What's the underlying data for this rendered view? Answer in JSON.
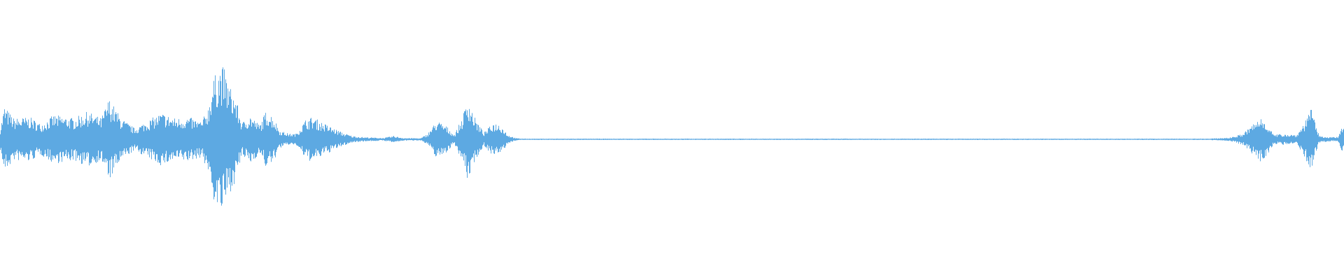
{
  "waveform": {
    "color": "#5da9e2",
    "background": "#ffffff",
    "envelope": [
      [
        0.0,
        0.1
      ],
      [
        0.003,
        0.3
      ],
      [
        0.01,
        0.19
      ],
      [
        0.022,
        0.2
      ],
      [
        0.03,
        0.14
      ],
      [
        0.04,
        0.22
      ],
      [
        0.055,
        0.19
      ],
      [
        0.065,
        0.25
      ],
      [
        0.075,
        0.19
      ],
      [
        0.081,
        0.37
      ],
      [
        0.09,
        0.19
      ],
      [
        0.1,
        0.1
      ],
      [
        0.11,
        0.17
      ],
      [
        0.12,
        0.24
      ],
      [
        0.13,
        0.19
      ],
      [
        0.14,
        0.2
      ],
      [
        0.15,
        0.16
      ],
      [
        0.155,
        0.3
      ],
      [
        0.158,
        0.53
      ],
      [
        0.163,
        0.65
      ],
      [
        0.166,
        0.66
      ],
      [
        0.17,
        0.5
      ],
      [
        0.175,
        0.38
      ],
      [
        0.18,
        0.15
      ],
      [
        0.186,
        0.22
      ],
      [
        0.193,
        0.13
      ],
      [
        0.198,
        0.26
      ],
      [
        0.203,
        0.21
      ],
      [
        0.208,
        0.08
      ],
      [
        0.215,
        0.05
      ],
      [
        0.22,
        0.05
      ],
      [
        0.228,
        0.19
      ],
      [
        0.233,
        0.2
      ],
      [
        0.24,
        0.15
      ],
      [
        0.248,
        0.1
      ],
      [
        0.255,
        0.06
      ],
      [
        0.262,
        0.03
      ],
      [
        0.27,
        0.02
      ],
      [
        0.285,
        0.012
      ],
      [
        0.293,
        0.03
      ],
      [
        0.3,
        0.012
      ],
      [
        0.313,
        0.01
      ],
      [
        0.318,
        0.05
      ],
      [
        0.325,
        0.17
      ],
      [
        0.332,
        0.12
      ],
      [
        0.338,
        0.04
      ],
      [
        0.344,
        0.2
      ],
      [
        0.348,
        0.38
      ],
      [
        0.353,
        0.2
      ],
      [
        0.36,
        0.06
      ],
      [
        0.367,
        0.15
      ],
      [
        0.372,
        0.14
      ],
      [
        0.378,
        0.04
      ],
      [
        0.384,
        0.01
      ],
      [
        0.39,
        0.006
      ],
      [
        0.9,
        0.006
      ],
      [
        0.915,
        0.015
      ],
      [
        0.925,
        0.05
      ],
      [
        0.938,
        0.2
      ],
      [
        0.942,
        0.17
      ],
      [
        0.948,
        0.04
      ],
      [
        0.955,
        0.05
      ],
      [
        0.965,
        0.04
      ],
      [
        0.972,
        0.18
      ],
      [
        0.975,
        0.33
      ],
      [
        0.978,
        0.18
      ],
      [
        0.982,
        0.03
      ],
      [
        0.99,
        0.02
      ],
      [
        0.996,
        0.02
      ],
      [
        0.998,
        0.1
      ],
      [
        1.0,
        0.1
      ]
    ]
  }
}
